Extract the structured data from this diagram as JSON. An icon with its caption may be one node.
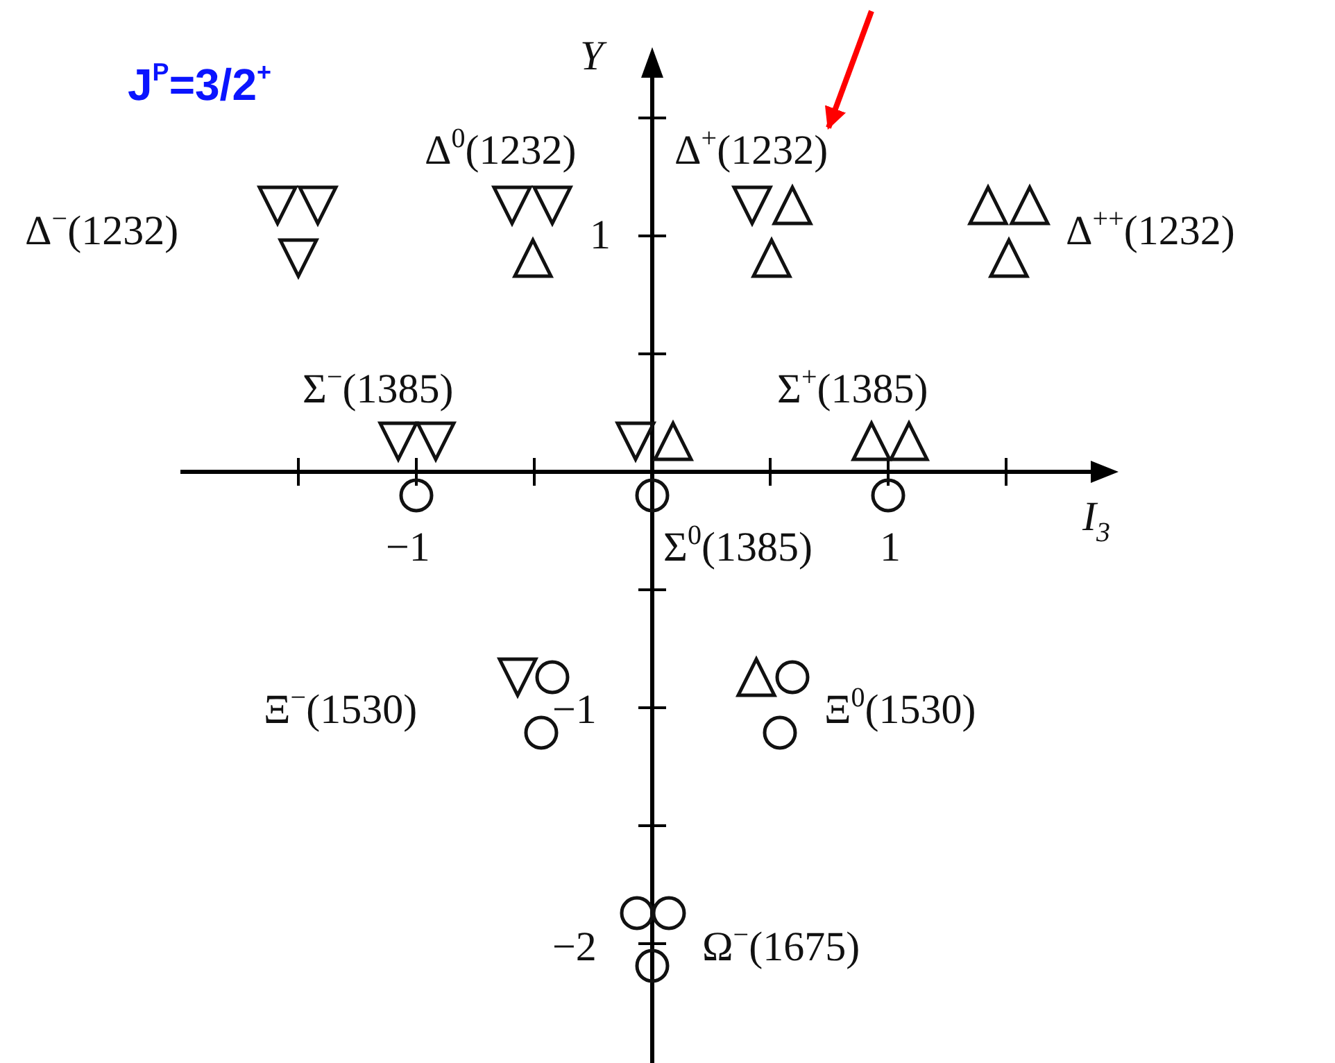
{
  "diagram": {
    "nodes": [
      {
        "text": [
          "Δ$^{0}$(1232)"
        ]
      },
      {
        "text": [
          "Δ$^{+}$(1232)"
        ]
      },
      {
        "text": [
          "Δ$^{−}$(1232)"
        ]
      },
      {
        "text": [
          "Δ$^{++}$(1232)"
        ]
      },
      {
        "text": [
          "Σ$^{−}$(1385)"
        ]
      },
      {
        "text": [
          "Σ$^{+}$(1385)"
        ]
      },
      {
        "text": [
          "Σ$^{0}$(1385)"
        ]
      },
      {
        "text": [
          "Ξ$^{−}$(1530)"
        ]
      },
      {
        "text": [
          "Ξ$^{0}$(1530)"
        ]
      },
      {
        "text": [
          "Ω$^{−}$(1675)"
        ]
      }
    ],
    "edges": [
      {
        "from": null,
        "to": 1,
        "arrow": "to",
        "color": "#ff0000"
      }
    ],
    "labels": [
      "Y",
      "J$^{P}$=3/2$^{+}$",
      "1",
      "I$_{3}$",
      "−1",
      "1",
      "−1",
      "−2"
    ]
  }
}
